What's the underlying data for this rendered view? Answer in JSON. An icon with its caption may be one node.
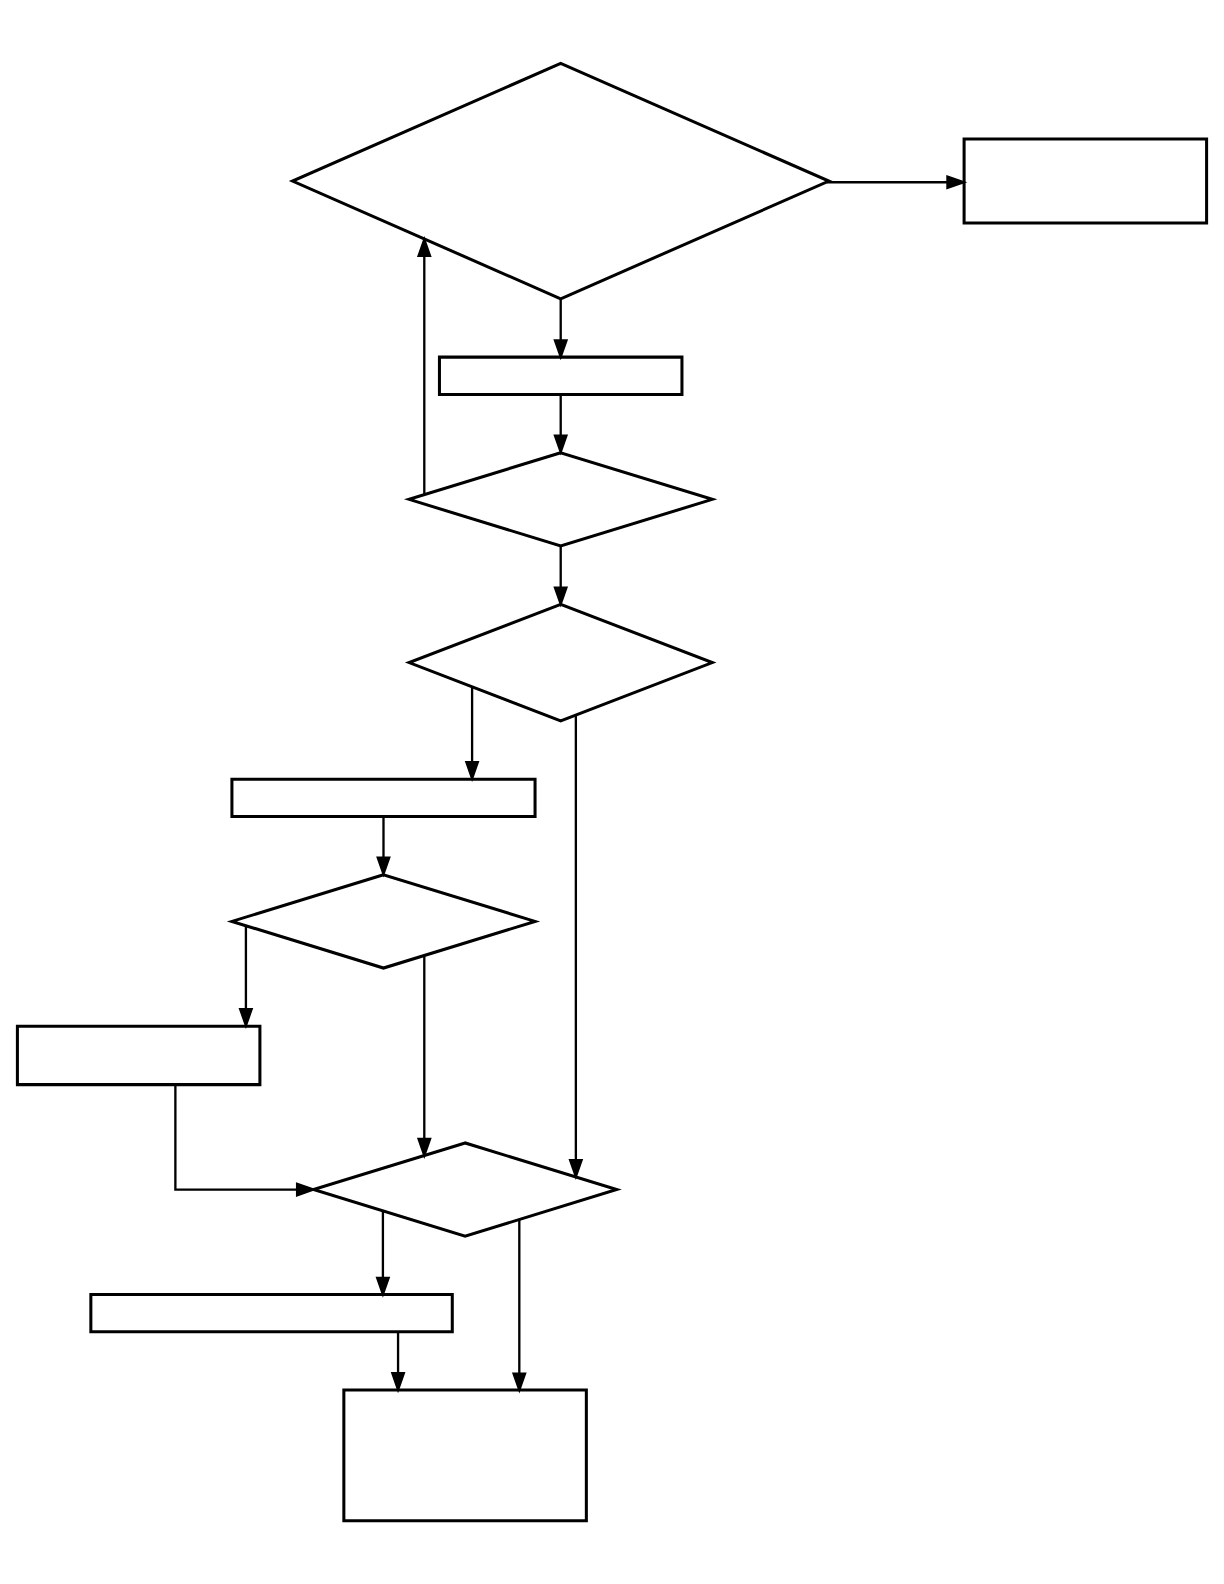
{
  "diagram": {
    "nodes": [
      {
        "text": [],
        "shape": "diamond"
      },
      {
        "text": [],
        "shape": "box"
      },
      {
        "text": [],
        "shape": "box"
      },
      {
        "text": [],
        "shape": "diamond"
      },
      {
        "text": [],
        "shape": "diamond"
      },
      {
        "text": [],
        "shape": "box"
      },
      {
        "text": [],
        "shape": "diamond"
      },
      {
        "text": [],
        "shape": "box"
      },
      {
        "text": [],
        "shape": "diamond"
      },
      {
        "text": [],
        "shape": "box"
      },
      {
        "text": [],
        "shape": "box"
      }
    ],
    "edges": [
      {
        "from": 0,
        "to": 2,
        "arrow": "to"
      },
      {
        "from": 0,
        "to": 1,
        "arrow": "to"
      },
      {
        "from": 2,
        "to": 3,
        "arrow": "to"
      },
      {
        "from": 3,
        "to": 0,
        "arrow": "to"
      },
      {
        "from": 3,
        "to": 4,
        "arrow": "to"
      },
      {
        "from": 4,
        "to": 5,
        "arrow": "to"
      },
      {
        "from": 4,
        "to": 8,
        "arrow": "to"
      },
      {
        "from": 5,
        "to": 6,
        "arrow": "to"
      },
      {
        "from": 6,
        "to": 7,
        "arrow": "to"
      },
      {
        "from": 6,
        "to": 8,
        "arrow": "to"
      },
      {
        "from": 7,
        "to": 8,
        "arrow": "to"
      },
      {
        "from": 8,
        "to": 9,
        "arrow": "to"
      },
      {
        "from": 8,
        "to": 10,
        "arrow": "to"
      },
      {
        "from": 9,
        "to": 10,
        "arrow": "to"
      }
    ]
  }
}
